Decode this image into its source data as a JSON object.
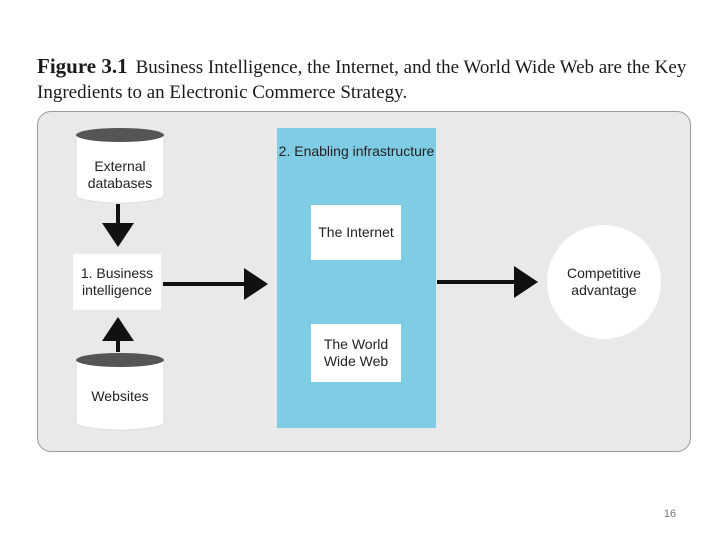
{
  "caption": {
    "figure_label": "Figure 3.1",
    "text": "Business Intelligence, the Internet, and the World Wide Web are the Key Ingredients to an Electronic Commerce Strategy."
  },
  "diagram": {
    "external_databases": "External databases",
    "business_intelligence": "1. Business intelligence",
    "websites": "Websites",
    "infrastructure_title": "2. Enabling infrastructure",
    "internet": "The Internet",
    "world_wide_web": "The World Wide Web",
    "competitive_advantage": "Competitive advantage"
  },
  "colors": {
    "panel": "#e9e9e9",
    "infrastructure": "#7ecde5",
    "cylinder_top": "#555555",
    "arrow": "#111111"
  },
  "page_number": "16"
}
